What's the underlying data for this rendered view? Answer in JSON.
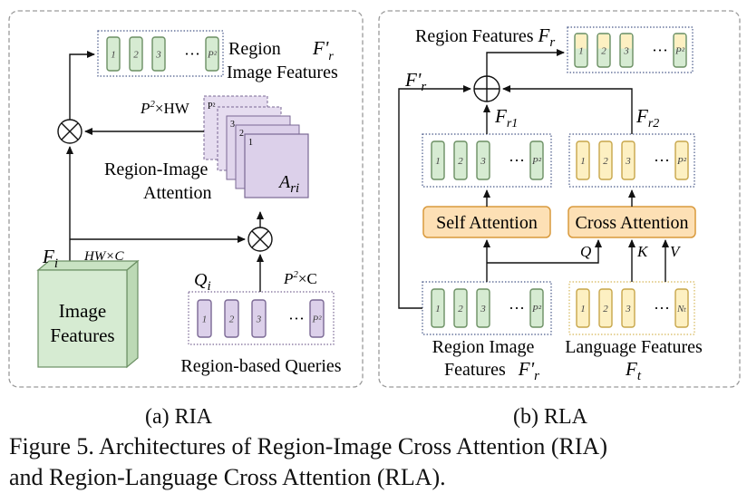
{
  "ria": {
    "region_features_title": "Region",
    "region_features_title2": "Image Features",
    "region_features_symbol": "F'",
    "region_features_symbol_sub": "r",
    "region_tokens": [
      "1",
      "2",
      "3",
      "P²"
    ],
    "ellipsis": "···",
    "attn_dim": "P",
    "attn_dim_sup": "2",
    "attn_dim_rest": "×HW",
    "attn_map_labels": [
      "P²",
      "3",
      "2",
      "1"
    ],
    "attn_symbol": "A",
    "attn_symbol_sub": "ri",
    "attn_title_line1": "Region-Image",
    "attn_title_line2": "Attention",
    "image_symbol": "F",
    "image_symbol_sub": "i",
    "image_dim": "HW×C",
    "image_box_line1": "Image",
    "image_box_line2": "Features",
    "query_symbol": "Q",
    "query_symbol_sub": "i",
    "query_dim": "P",
    "query_dim_sup": "2",
    "query_dim_rest": "×C",
    "query_tokens": [
      "1",
      "2",
      "3",
      "P²"
    ],
    "query_title": "Region-based Queries"
  },
  "rla": {
    "out_title": "Region Features",
    "out_symbol": "F",
    "out_symbol_sub": "r",
    "out_tokens": [
      "1",
      "2",
      "3",
      "P²"
    ],
    "skip_symbol": "F'",
    "skip_symbol_sub": "r",
    "fr1": "F",
    "fr1_sub": "r1",
    "fr2": "F",
    "fr2_sub": "r2",
    "self_tokens": [
      "1",
      "2",
      "3",
      "P²"
    ],
    "cross_tokens": [
      "1",
      "2",
      "3",
      "P²"
    ],
    "self_attention": "Self Attention",
    "cross_attention": "Cross Attention",
    "q_label": "Q",
    "k_label": "K",
    "v_label": "V",
    "rif_tokens": [
      "1",
      "2",
      "3",
      "P²"
    ],
    "rif_title_line1": "Region Image",
    "rif_title_line2": "Features",
    "rif_symbol": "F'",
    "rif_symbol_sub": "r",
    "lang_tokens": [
      "1",
      "2",
      "3",
      "Nₜ"
    ],
    "lang_title": "Language Features",
    "lang_symbol": "F",
    "lang_symbol_sub": "t",
    "ellipsis": "···"
  },
  "captions": {
    "a": "(a) RIA",
    "b": "(b) RLA",
    "figure_line1": "Figure 5.  Architectures of Region-Image Cross Attention (RIA)",
    "figure_line2": "and Region-Language Cross Attention (RLA)."
  },
  "colors": {
    "green_fill": "#d6ebd2",
    "green_stroke": "#6b8f63",
    "yellow_fill": "#fdf0c2",
    "yellow_stroke": "#c7a64a",
    "purple_fill": "#dcd0ea",
    "purple_stroke": "#7a6894",
    "orange_fill": "#fde0b5",
    "orange_stroke": "#d99a3d",
    "panel_border": "#999999",
    "arrow": "#111111"
  }
}
